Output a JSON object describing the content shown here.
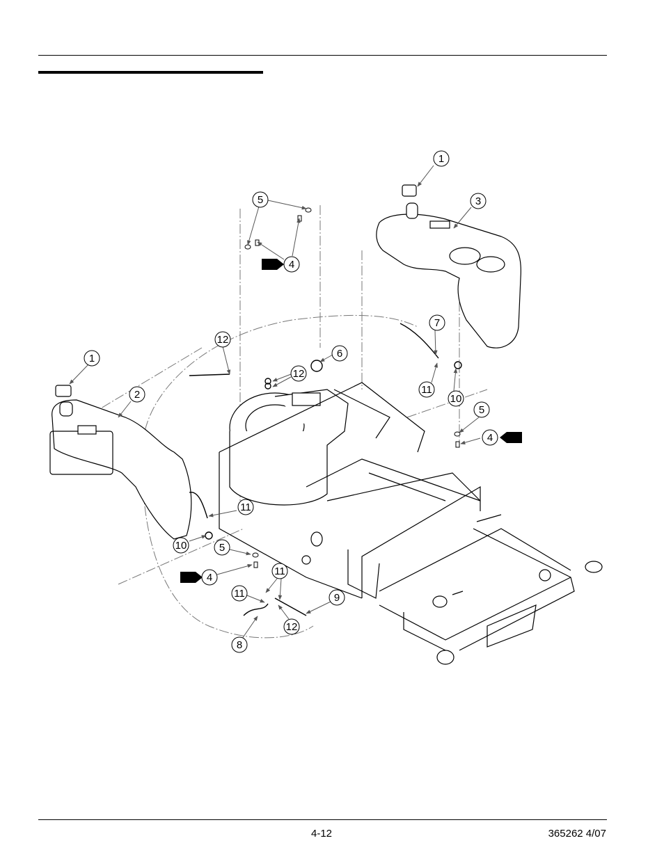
{
  "footer": {
    "page_number": "4-12",
    "document_id": "365262 4/07"
  },
  "diagram": {
    "callouts": {
      "c1a": "1",
      "c1b": "1",
      "c2": "2",
      "c3": "3",
      "c4a": "4",
      "c4b": "4",
      "c4c": "4",
      "c5a": "5",
      "c5b": "5",
      "c5c": "5",
      "c6": "6",
      "c7": "7",
      "c8": "8",
      "c9": "9",
      "c10a": "10",
      "c10b": "10",
      "c11a": "11",
      "c11b": "11",
      "c11c": "11",
      "c11d": "11",
      "c12a": "12",
      "c12b": "12",
      "c12c": "12"
    }
  }
}
